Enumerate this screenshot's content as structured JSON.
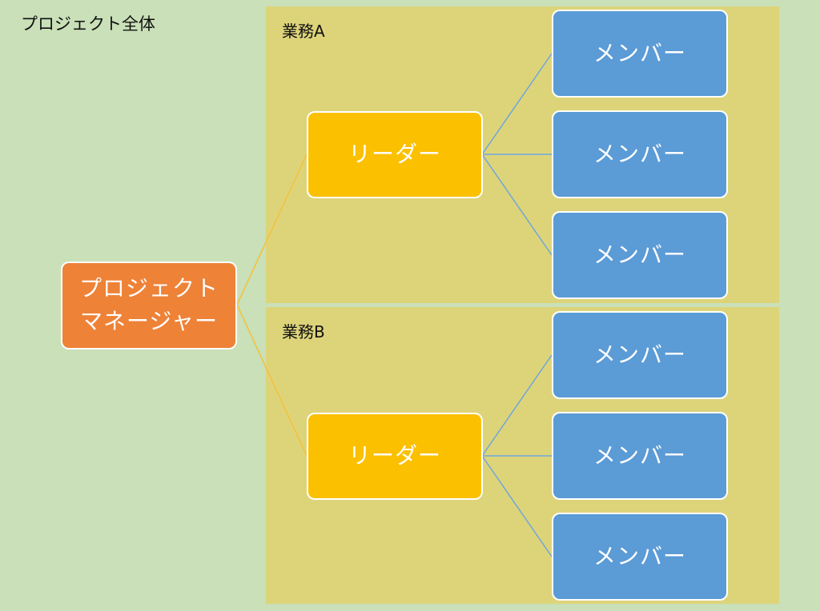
{
  "project": {
    "label": "プロジェクト全体"
  },
  "manager": {
    "line1": "プロジェクト",
    "line2": "マネージャー"
  },
  "work_a": {
    "label": "業務A",
    "leader": "リーダー",
    "members": [
      "メンバー",
      "メンバー",
      "メンバー"
    ]
  },
  "work_b": {
    "label": "業務B",
    "leader": "リーダー",
    "members": [
      "メンバー",
      "メンバー",
      "メンバー"
    ]
  },
  "colors": {
    "background": "#c9e0b8",
    "region": "#ddd47a",
    "manager": "#ee8237",
    "leader": "#fbc000",
    "member": "#5b9bd6",
    "leader_connector": "#f5c13a",
    "member_connector": "#6fa6d9"
  }
}
